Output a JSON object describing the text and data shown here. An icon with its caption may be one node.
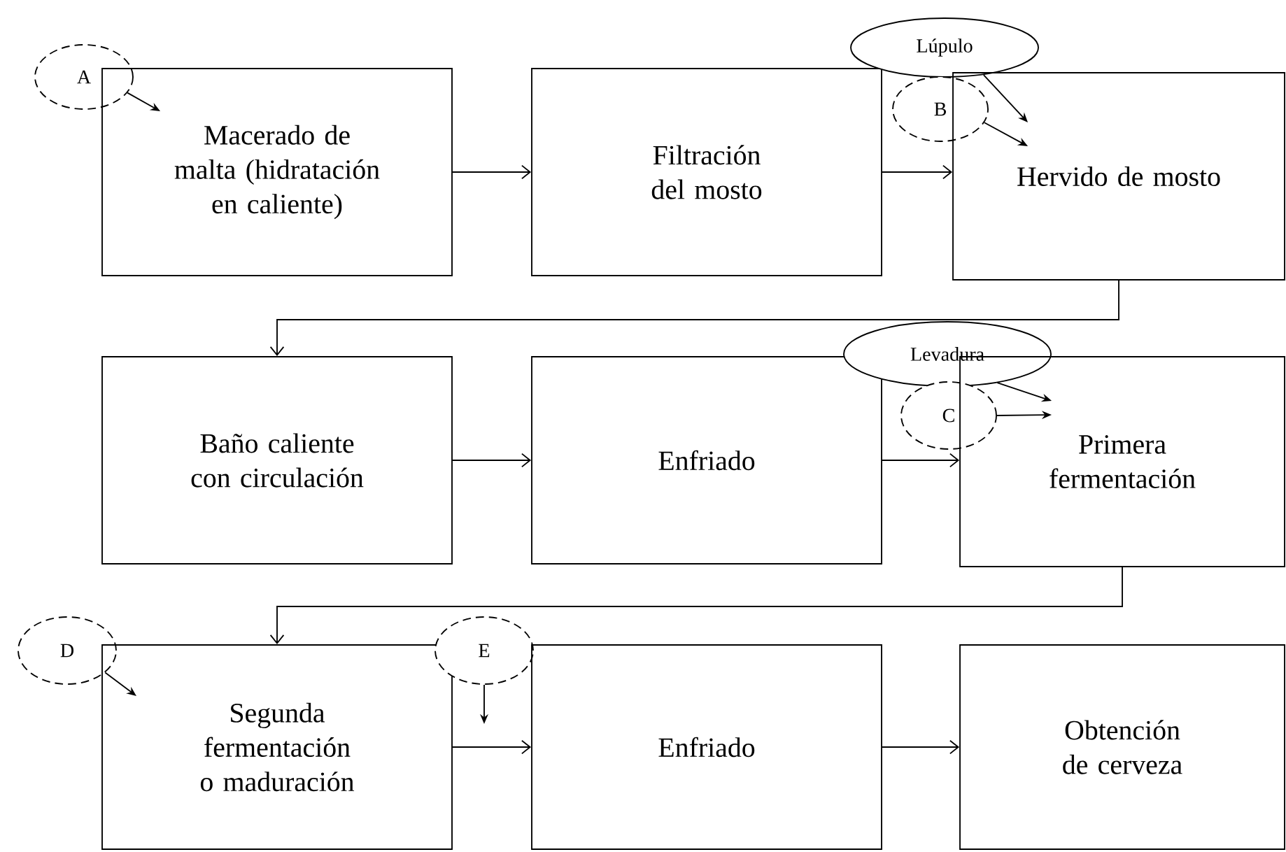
{
  "diagram": {
    "nodes": [
      {
        "text": [
          "A"
        ]
      },
      {
        "text": [
          "Macerado de malta (hidratación en caliente)"
        ]
      },
      {
        "text": [
          "Filtración del mosto"
        ]
      },
      {
        "text": [
          "Lúpulo"
        ]
      },
      {
        "text": [
          "B"
        ]
      },
      {
        "text": [
          "Hervido de mosto"
        ]
      },
      {
        "text": [
          "Baño caliente con circulación"
        ]
      },
      {
        "text": [
          "Enfriado"
        ]
      },
      {
        "text": [
          "Levadura"
        ]
      },
      {
        "text": [
          "C"
        ]
      },
      {
        "text": [
          "Primera fermentación"
        ]
      },
      {
        "text": [
          "D"
        ]
      },
      {
        "text": [
          "Segunda fermentación o maduración"
        ]
      },
      {
        "text": [
          "E"
        ]
      },
      {
        "text": [
          "Enfriado"
        ]
      },
      {
        "text": [
          "Obtención de cerveza"
        ]
      }
    ],
    "edges": [
      {
        "from": 0,
        "to": 1,
        "arrow": "to"
      },
      {
        "from": 1,
        "to": 2,
        "arrow": "to"
      },
      {
        "from": 2,
        "to": 5,
        "arrow": "to"
      },
      {
        "from": 3,
        "to": 5,
        "arrow": "to"
      },
      {
        "from": 4,
        "to": 5,
        "arrow": "to"
      },
      {
        "from": 5,
        "to": 6,
        "arrow": "to"
      },
      {
        "from": 6,
        "to": 7,
        "arrow": "to"
      },
      {
        "from": 7,
        "to": 10,
        "arrow": "to"
      },
      {
        "from": 8,
        "to": 10,
        "arrow": "to"
      },
      {
        "from": 9,
        "to": 10,
        "arrow": "to"
      },
      {
        "from": 10,
        "to": 12,
        "arrow": "to"
      },
      {
        "from": 11,
        "to": 12,
        "arrow": "to"
      },
      {
        "from": 13,
        "to": null,
        "arrow": "to"
      },
      {
        "from": 12,
        "to": 14,
        "arrow": "to"
      },
      {
        "from": 14,
        "to": 15,
        "arrow": "to"
      }
    ]
  }
}
